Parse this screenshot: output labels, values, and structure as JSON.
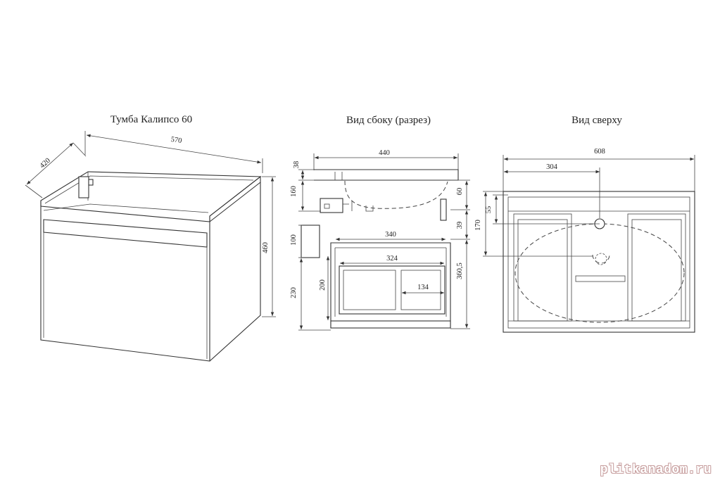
{
  "views": {
    "iso": {
      "title": "Тумба Калипсо 60"
    },
    "side": {
      "title": "Вид сбоку (разрез)"
    },
    "top": {
      "title": "Вид сверху"
    }
  },
  "dimensions": {
    "iso": {
      "width": "570",
      "depth": "420",
      "height": "460"
    },
    "side": {
      "depth": "440",
      "top_38": "38",
      "h_160": "160",
      "h_60": "60",
      "h_39": "39",
      "h_100": "100",
      "h_230": "230",
      "w_340": "340",
      "w_324": "324",
      "h_200": "200",
      "w_134": "134",
      "h_360_5": "360,5"
    },
    "top": {
      "width": "608",
      "offset_304": "304",
      "h_55": "55",
      "h_170": "170"
    }
  },
  "watermark": "plitkanadom.ru"
}
